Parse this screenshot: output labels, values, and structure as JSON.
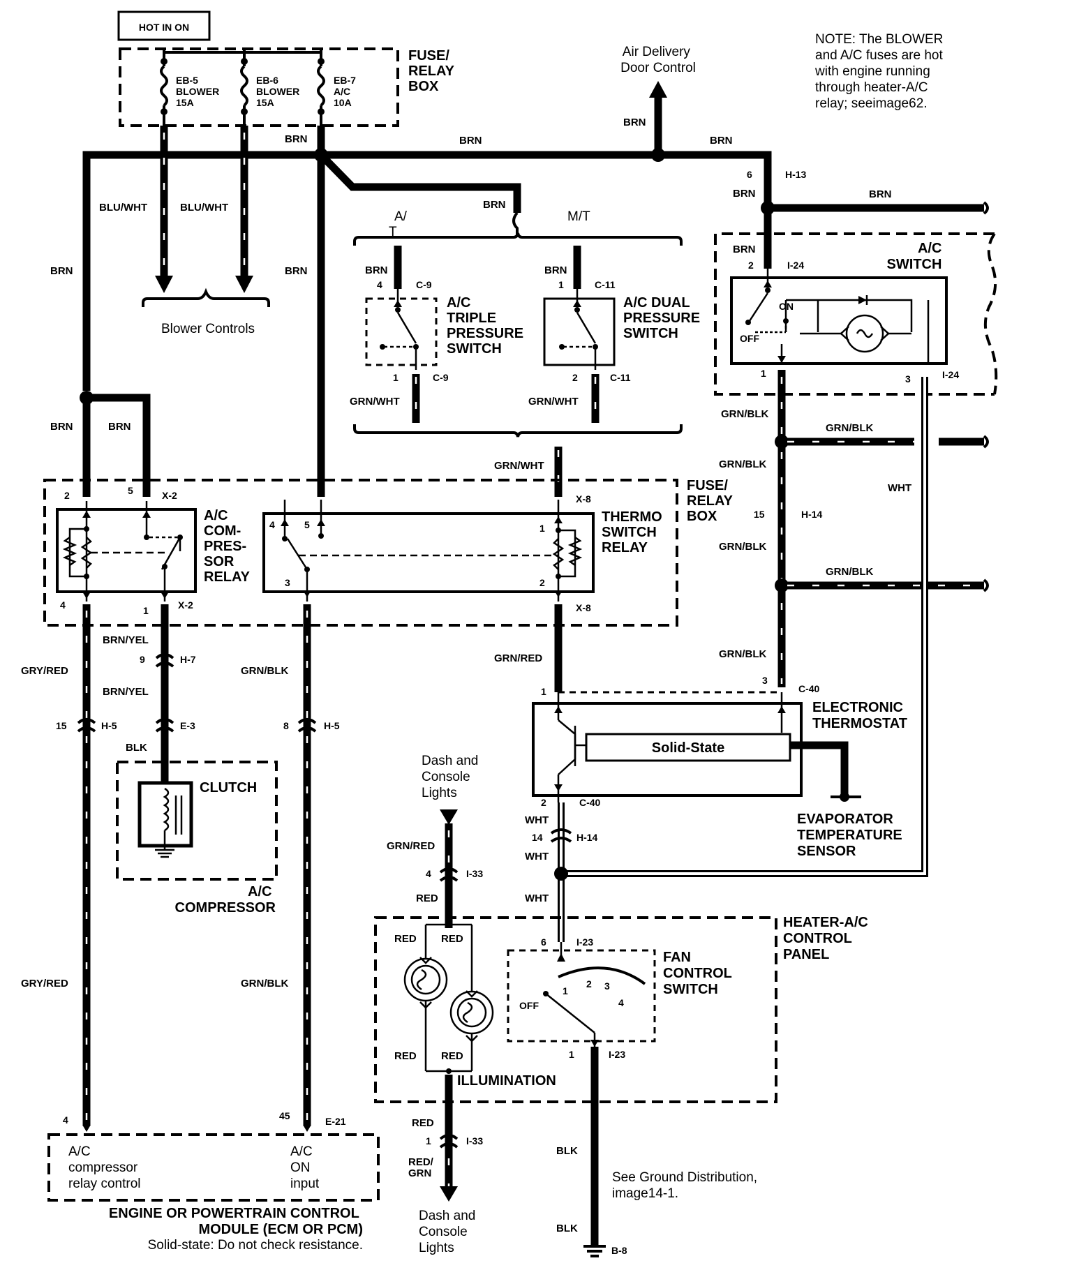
{
  "header": {
    "hot_in_on": "HOT IN ON",
    "fuse_box_title": [
      "FUSE/",
      "RELAY",
      "BOX"
    ],
    "fuses": [
      {
        "id": "EB-5",
        "name": "BLOWER",
        "rating": "15A"
      },
      {
        "id": "EB-6",
        "name": "BLOWER",
        "rating": "15A"
      },
      {
        "id": "EB-7",
        "name": "A/C",
        "rating": "10A"
      }
    ],
    "note": [
      "NOTE: The BLOWER",
      "and A/C fuses are hot",
      "with engine running",
      "through heater-A/C",
      "relay; seeimage62."
    ],
    "air_delivery": [
      "Air Delivery",
      "Door Control"
    ]
  },
  "wires": {
    "brn": "BRN",
    "blu_wht": "BLU/WHT",
    "grn_wht": "GRN/WHT",
    "grn_blk": "GRN/BLK",
    "grn_red": "GRN/RED",
    "brn_yel": "BRN/YEL",
    "gry_red": "GRY/RED",
    "blk": "BLK",
    "wht": "WHT",
    "red": "RED",
    "red_grn": [
      "RED/",
      "GRN"
    ]
  },
  "blower_controls": "Blower Controls",
  "transmission": {
    "at": [
      "A/",
      "T"
    ],
    "mt": "M/T"
  },
  "connectors": {
    "c9": "C-9",
    "c11": "C-11",
    "h13": "H-13",
    "i24": "I-24",
    "x2": "X-2",
    "x8": "X-8",
    "h14": "H-14",
    "h7": "H-7",
    "e3": "E-3",
    "h5": "H-5",
    "c40": "C-40",
    "i33": "I-33",
    "i23": "I-23",
    "e21": "E-21",
    "b8": "B-8"
  },
  "pins": {
    "p1": "1",
    "p2": "2",
    "p3": "3",
    "p4": "4",
    "p5": "5",
    "p6": "6",
    "p8": "8",
    "p9": "9",
    "p14": "14",
    "p15": "15",
    "p45": "45"
  },
  "components": {
    "triple": [
      "A/C",
      "TRIPLE",
      "PRESSURE",
      "SWITCH"
    ],
    "dual": [
      "A/C DUAL",
      "PRESSURE",
      "SWITCH"
    ],
    "ac_switch": [
      "A/C",
      "SWITCH"
    ],
    "on": "ON",
    "off": "OFF",
    "fuse_box_mid": [
      "FUSE/",
      "RELAY",
      "BOX"
    ],
    "comp_relay": [
      "A/C",
      "COM-",
      "PRES-",
      "SOR",
      "RELAY"
    ],
    "thermo_relay": [
      "THERMO",
      "SWITCH",
      "RELAY"
    ],
    "clutch": "CLUTCH",
    "compressor": [
      "A/C",
      "COMPRESSOR"
    ],
    "electronic_thermostat": [
      "ELECTRONIC",
      "THERMOSTAT"
    ],
    "solid_state": "Solid-State",
    "evap_sensor": [
      "EVAPORATOR",
      "TEMPERATURE",
      "SENSOR"
    ],
    "dash_lights_top": [
      "Dash and",
      "Console",
      "Lights"
    ],
    "dash_lights_bottom": [
      "Dash and",
      "Console",
      "Lights"
    ],
    "control_panel": [
      "HEATER-A/C",
      "CONTROL",
      "PANEL"
    ],
    "fan_switch": [
      "FAN",
      "CONTROL",
      "SWITCH"
    ],
    "fan_positions": [
      "OFF",
      "1",
      "2",
      "3",
      "4"
    ],
    "illumination": "ILLUMINATION",
    "ecm_left": [
      "A/C",
      "compressor",
      "relay control"
    ],
    "ecm_right": [
      "A/C",
      "ON",
      "input"
    ],
    "ecm_title": [
      "ENGINE OR POWERTRAIN CONTROL",
      "MODULE (ECM OR PCM)"
    ],
    "ecm_note": "Solid-state: Do not check resistance.",
    "ground_note": [
      "See Ground Distribution,",
      "image14-1."
    ]
  }
}
